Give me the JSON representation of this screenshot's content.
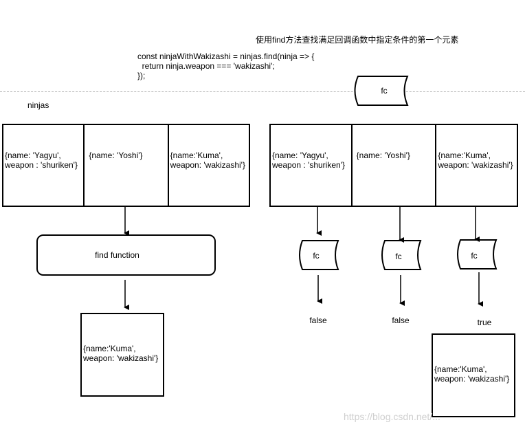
{
  "title": "使用find方法查找满足回调函数中指定条件的第一个元素",
  "code": {
    "line1": "const ninjaWithWakizashi = ninjas.find(ninja => {",
    "line2": "  return ninja.weapon === 'wakizashi';",
    "line3": "});"
  },
  "ninjas_label": "ninjas",
  "left_array": [
    "{name: 'Yagyu',\nweapon : 'shuriken'}",
    "{name: 'Yoshi'}",
    "{name:'Kuma',\nweapon: 'wakizashi'}"
  ],
  "right_array": [
    "{name: 'Yagyu',\nweapon : 'shuriken'}",
    "{name: 'Yoshi'}",
    "{name:'Kuma',\nweapon: 'wakizashi'}"
  ],
  "find_function_label": "find function",
  "callback_label": "fc",
  "left_result": "{name:'Kuma',\nweapon: 'wakizashi'}",
  "outcomes": [
    "false",
    "false",
    "true"
  ],
  "right_result": "{name:'Kuma',\nweapon: 'wakizashi'}",
  "watermark": "https://blog.csdn.net/..."
}
